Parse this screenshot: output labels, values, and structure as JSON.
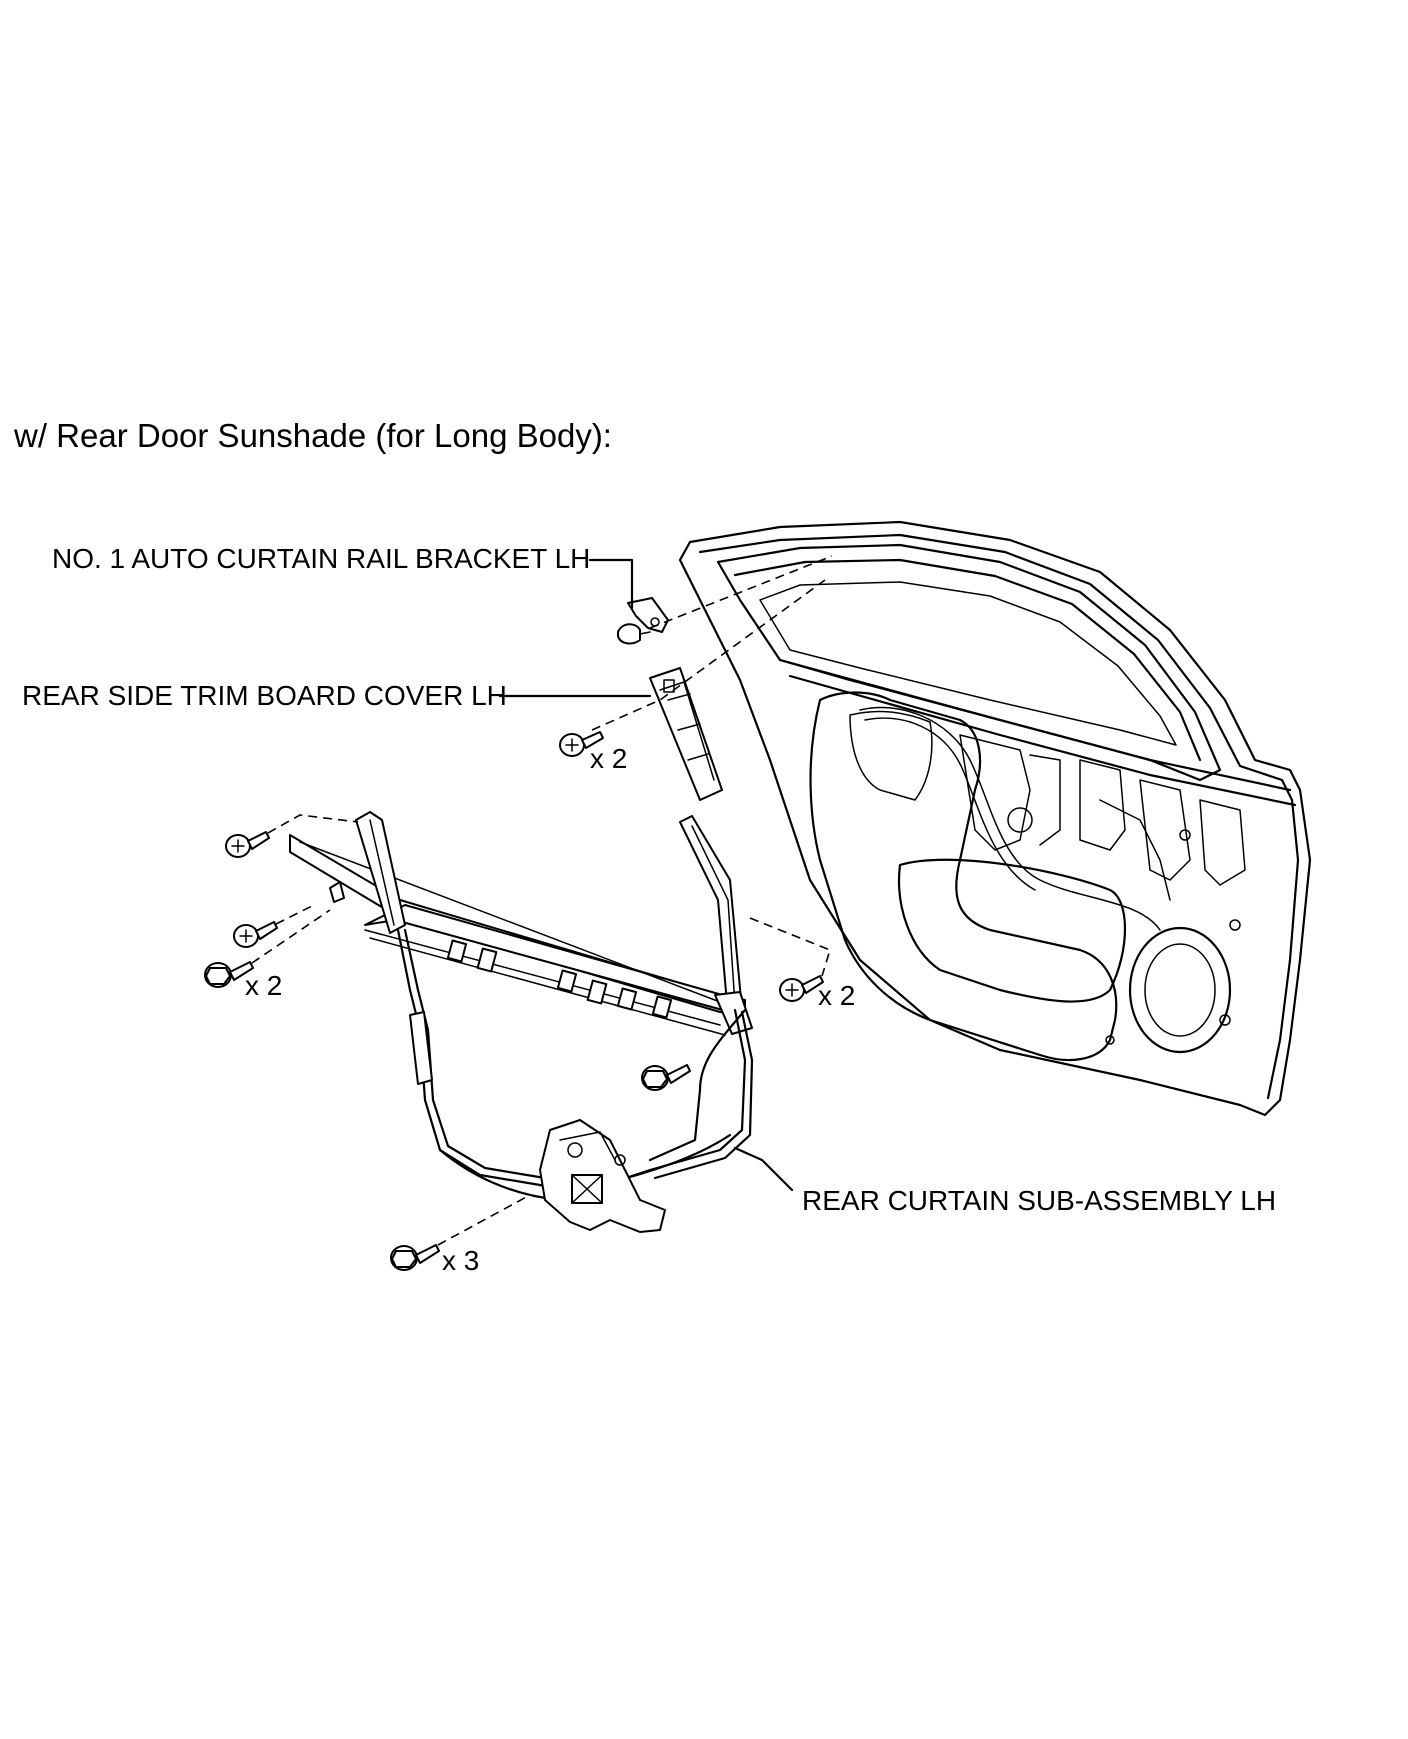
{
  "heading": "w/ Rear Door Sunshade (for Long Body):",
  "labels": {
    "rail_bracket": "NO. 1 AUTO CURTAIN RAIL BRACKET LH",
    "trim_board_cover": "REAR SIDE TRIM BOARD COVER LH",
    "curtain_sub_assembly": "REAR CURTAIN SUB-ASSEMBLY LH"
  },
  "quantities": {
    "trim_cover_screws": "x 2",
    "left_bolts": "x 2",
    "right_screws": "x 2",
    "bottom_bolts": "x 3"
  },
  "colors": {
    "ink": "#000000",
    "background": "#ffffff"
  }
}
